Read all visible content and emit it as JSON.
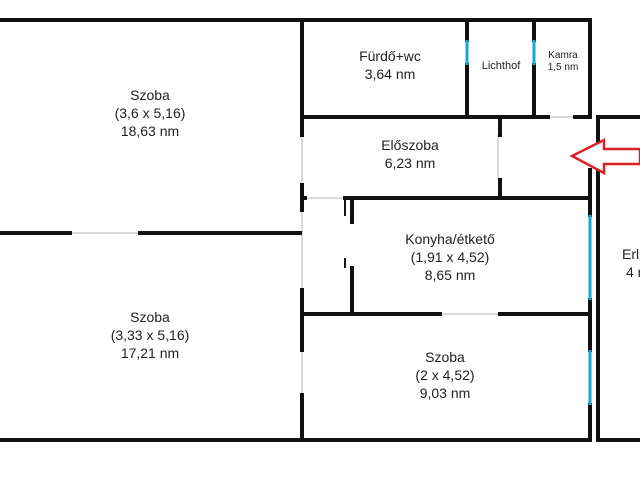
{
  "rooms": {
    "szoba1": {
      "name": "Szoba",
      "dims": "(3,6 x 5,16)",
      "area": "18,63 nm"
    },
    "furdo": {
      "name": "Fürdő+wc",
      "area": "3,64 nm"
    },
    "lichthof": {
      "name": "Lichthof"
    },
    "kamra": {
      "name": "Kamra",
      "area": "1,5 nm"
    },
    "eloszoba": {
      "name": "Előszoba",
      "area": "6,23 nm"
    },
    "konyha": {
      "name": "Konyha/étkető",
      "dims": "(1,91 x 4,52)",
      "area": "8,65 nm"
    },
    "szoba2": {
      "name": "Szoba",
      "dims": "(3,33 x 5,16)",
      "area": "17,21 nm"
    },
    "szoba3": {
      "name": "Szoba",
      "dims": "(2 x 4,52)",
      "area": "9,03 nm"
    },
    "erkely": {
      "name": "Erl",
      "area": "4 r"
    }
  },
  "colors": {
    "wall": "#111111",
    "window": "#1aa7cf",
    "entrance_arrow": "#d9232a",
    "thin_line": "#b5b5b5"
  },
  "symbols": {
    "entrance": "entrance-arrow-icon"
  }
}
